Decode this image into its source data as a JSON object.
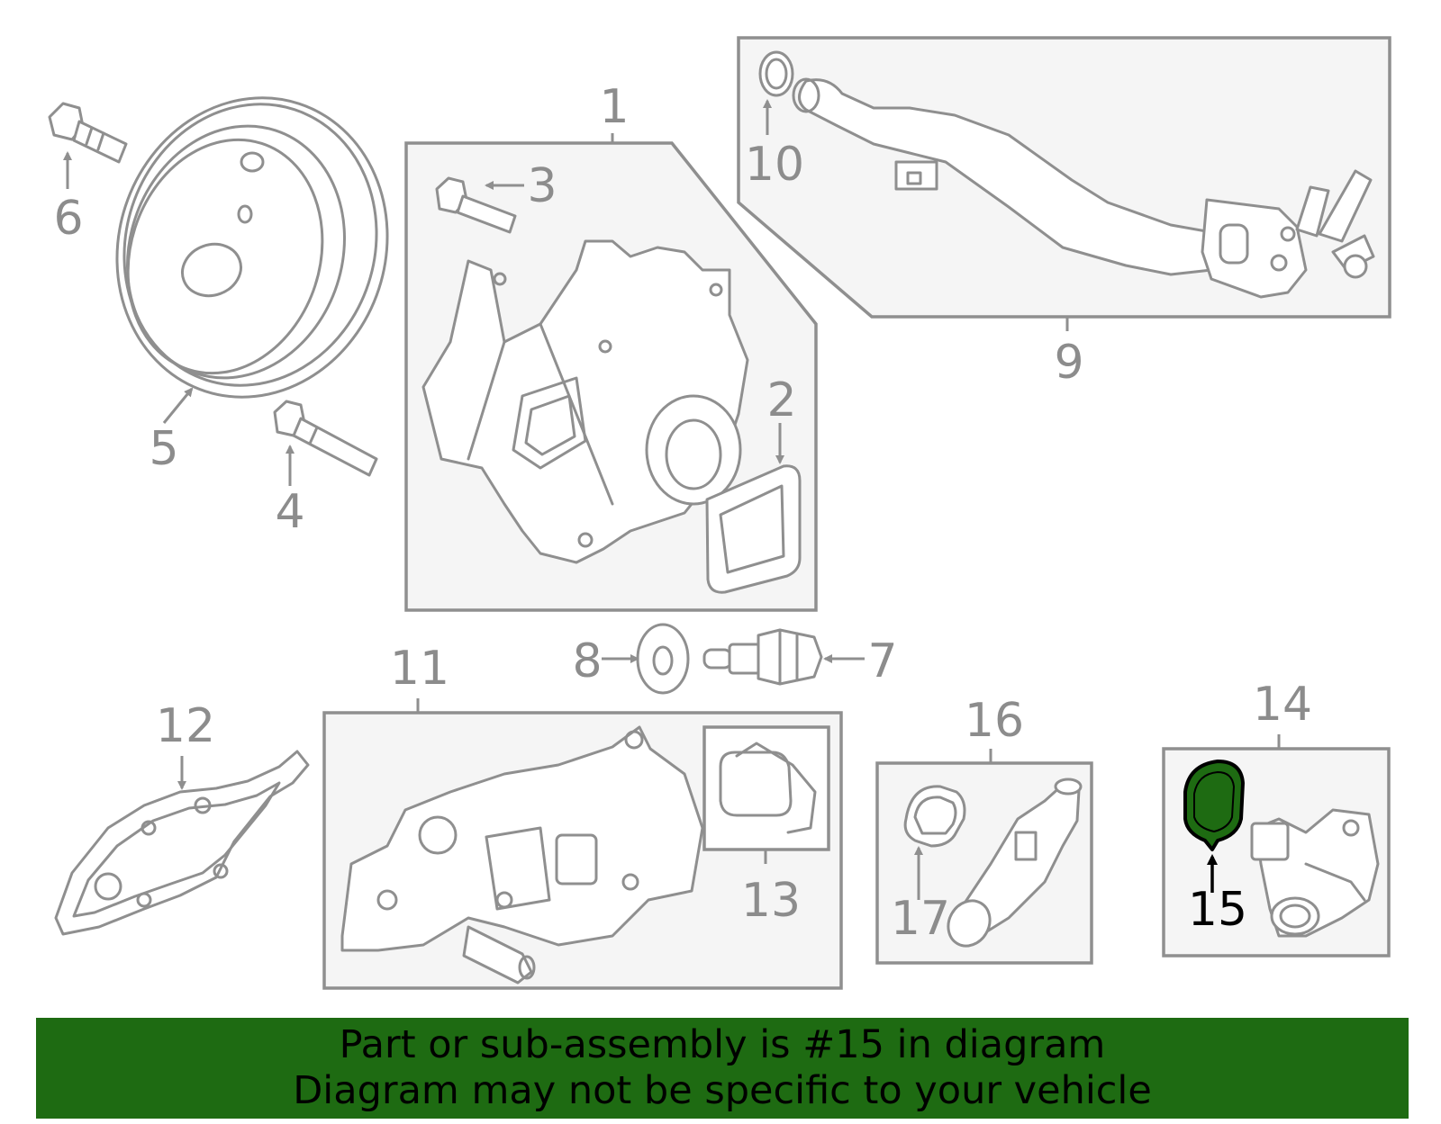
{
  "labels": {
    "p1": "1",
    "p2": "2",
    "p3": "3",
    "p4": "4",
    "p5": "5",
    "p6": "6",
    "p7": "7",
    "p8": "8",
    "p9": "9",
    "p10": "10",
    "p11": "11",
    "p12": "12",
    "p13": "13",
    "p14": "14",
    "p15": "15",
    "p16": "16",
    "p17": "17"
  },
  "highlight": {
    "part_number": "15",
    "color": "#1e6b12"
  },
  "banner": {
    "line1": "Part or sub-assembly is #15 in diagram",
    "line2": "Diagram may not be specific to your vehicle",
    "background": "#1e6b12"
  },
  "colors": {
    "outline": "#8f8f8f",
    "box_fill": "#f5f5f5",
    "label": "#8c8c8c"
  }
}
